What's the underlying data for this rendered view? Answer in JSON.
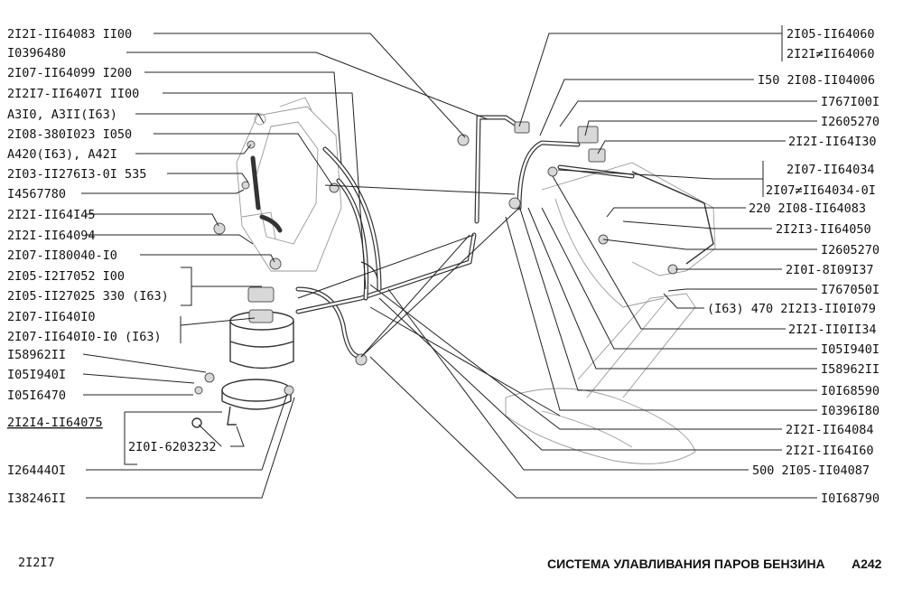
{
  "left_labels": [
    "2I2I-II64083 II00",
    "I0396480",
    "2I07-II64099 I200",
    "2I2I7-II6407I II00",
    "A3I0, A3II(I63)",
    "2I08-380I023 I050",
    "A420(I63), A42I",
    "2I03-II276I3-0I 535",
    "I4567780",
    "2I2I-II64I45",
    "2I2I-II64094",
    "2I07-II80040-I0",
    "2I05-I2I7052 I00",
    "2I05-II27025 330 (I63)",
    "2I07-II640I0",
    "2I07-II640I0-I0 (I63)",
    "I58962II",
    "I05I940I",
    "I05I6470",
    "2I2I4-II64075",
    "2I0I-6203232",
    "I26444OI",
    "I38246II"
  ],
  "right_labels": [
    "2I05-II64060",
    "2I2I≠II64060",
    "I50 2I08-II04006",
    "I767I00I",
    "I2605270",
    "2I2I-II64I30",
    "2I07-II64034",
    "2I07≠II64034-0I",
    "220 2I08-II64083",
    "2I2I3-II64050",
    "I2605270",
    "2I0I-8I09I37",
    "I767050I",
    "(I63) 470 2I2I3-II0I079",
    "2I2I-II0II34",
    "I05I940I",
    "I58962II",
    "I0I68590",
    "I0396I80",
    "2I2I-II64084",
    "2I2I-II64I60",
    "500 2I05-II04087",
    "I0I68790"
  ],
  "footer": {
    "left": "2I2I7",
    "center": "СИСТЕМА УЛАВЛИВАНИЯ ПАРОВ БЕНЗИНА",
    "right": "A242"
  }
}
